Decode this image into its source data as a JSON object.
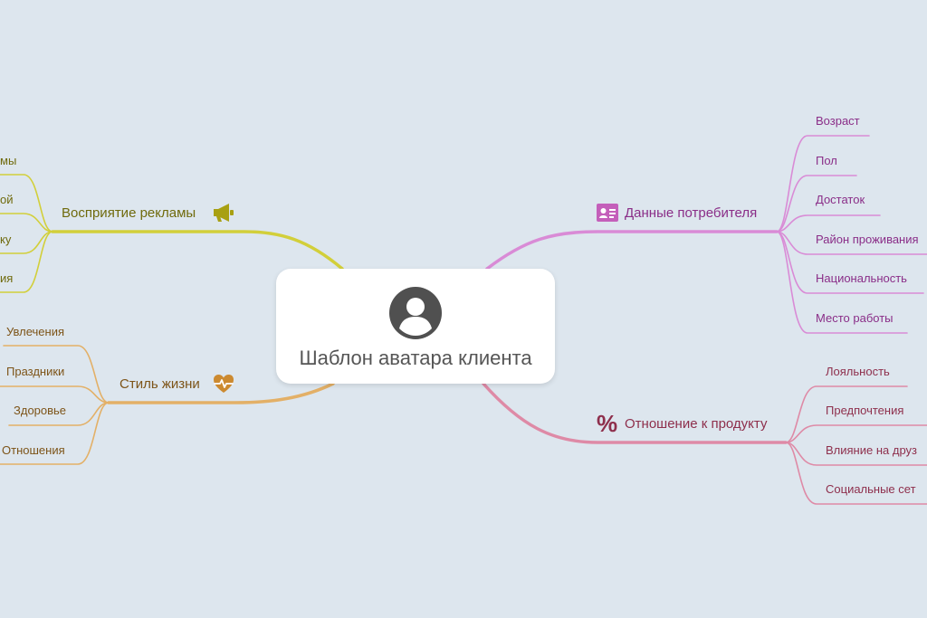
{
  "central": {
    "title": "Шаблон аватара клиента",
    "icon": "user-avatar-icon",
    "color": "#505050"
  },
  "branches": {
    "consumer_data": {
      "label": "Данные потребителя",
      "icon": "id-card-icon",
      "color": "#c45fba",
      "children": [
        "Возраст",
        "Пол",
        "Достаток",
        "Район проживания",
        "Национальность",
        "Место работы"
      ]
    },
    "product_attitude": {
      "label": "Отношение к продукту",
      "icon": "percent-icon",
      "color": "#c25a78",
      "children": [
        "Лояльность",
        "Предпочтения",
        "Влияние на друз",
        "Социальные сет"
      ]
    },
    "ad_perception": {
      "label": "Восприятие рекламы",
      "icon": "megaphone-icon",
      "color": "#a8a012",
      "children": [
        "мы",
        "ой",
        "ку",
        "ия"
      ]
    },
    "lifestyle": {
      "label": "Стиль жизни",
      "icon": "heart-pulse-icon",
      "color": "#cc8a30",
      "children": [
        "Увлечения",
        "Праздники",
        "Здоровье",
        "Отношения"
      ]
    }
  },
  "link_colors": {
    "consumer_data": "#d98bd6",
    "product_attitude": "#de8aa6",
    "ad_perception": "#d2cf3a",
    "lifestyle": "#e3b067"
  },
  "text_colors": {
    "consumer_data": "#8a2e88",
    "product_attitude": "#8e2f4c",
    "ad_perception": "#6f6a0c",
    "lifestyle": "#7d5418"
  }
}
